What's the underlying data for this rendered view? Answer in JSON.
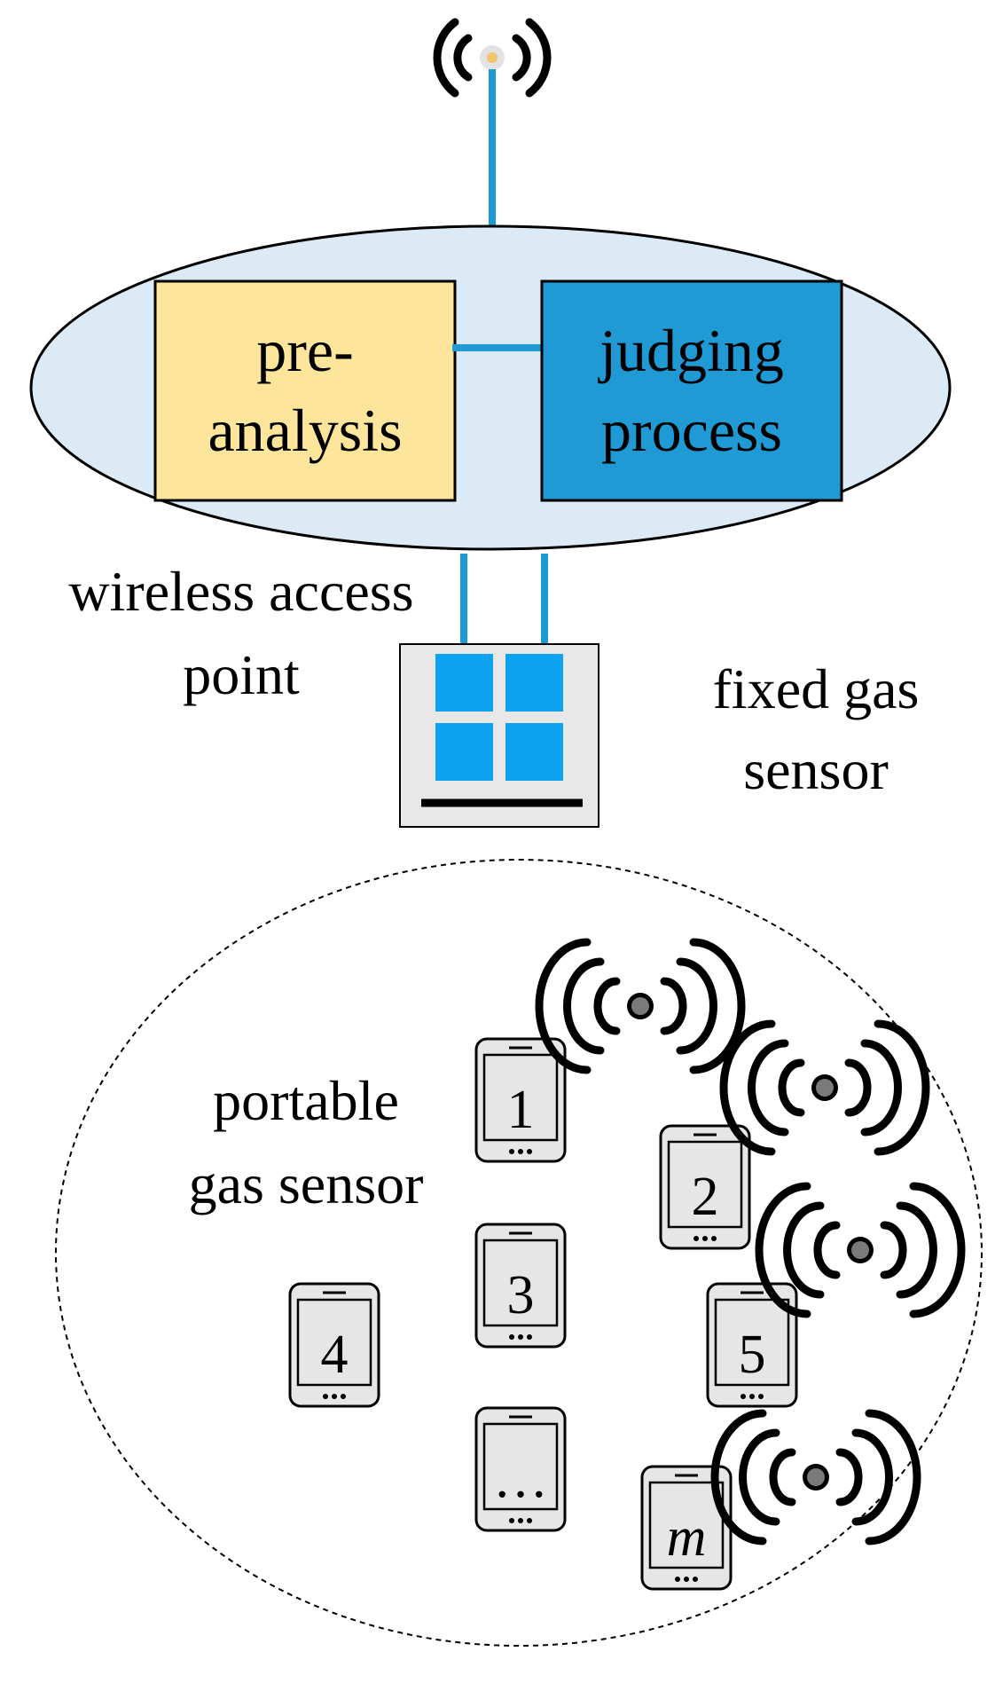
{
  "nodes": {
    "pre_analysis": {
      "line1": "pre-",
      "line2": "analysis",
      "fill": "#FDE59C"
    },
    "judging": {
      "line1": "judging",
      "line2": "process",
      "fill": "#1F9AD5"
    }
  },
  "labels": {
    "wireless_access_point": {
      "line1": "wireless access",
      "line2": "point"
    },
    "fixed_gas_sensor": {
      "line1": "fixed gas",
      "line2": "sensor"
    },
    "portable_gas_sensor": {
      "line1": "portable",
      "line2": "gas sensor"
    }
  },
  "devices": [
    {
      "id": "device-1",
      "label": "1",
      "italic": false
    },
    {
      "id": "device-2",
      "label": "2",
      "italic": false
    },
    {
      "id": "device-3",
      "label": "3",
      "italic": false
    },
    {
      "id": "device-4",
      "label": "4",
      "italic": false
    },
    {
      "id": "device-5",
      "label": "5",
      "italic": false
    },
    {
      "id": "device-ellipsis",
      "label": "…",
      "italic": false
    },
    {
      "id": "device-m",
      "label": "m",
      "italic": true
    }
  ],
  "colors": {
    "link": "#1F9AD5",
    "cloud_fill": "#DCEAF5",
    "window_tile": "#0EA3F0",
    "device_screen": "#E6E6E6",
    "antenna_tip": "#F3C36B"
  },
  "icons": [
    "antenna-icon",
    "signal-icon",
    "window-icon",
    "tablet-icon"
  ]
}
